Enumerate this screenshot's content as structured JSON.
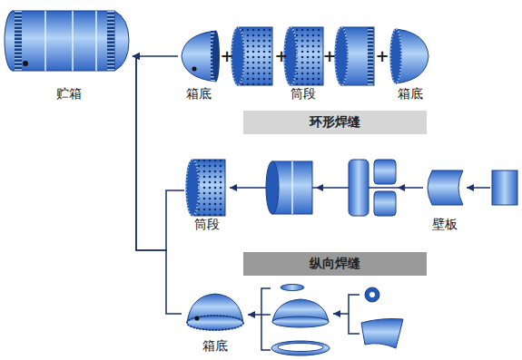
{
  "diagram": {
    "nodes": [
      {
        "text": [
          "贮箱"
        ]
      },
      {
        "text": [
          "箱底"
        ]
      },
      {
        "text": [
          "筒段"
        ]
      },
      {
        "text": [
          "箱底"
        ]
      },
      {
        "text": [
          "环形焊缝"
        ]
      },
      {
        "text": [
          "筒段"
        ]
      },
      {
        "text": [
          "壁板"
        ]
      },
      {
        "text": [
          "纵向焊缝"
        ]
      },
      {
        "text": [
          "箱底"
        ]
      }
    ],
    "edges": [
      {
        "from": 1,
        "to": 0,
        "arrow": "to"
      },
      {
        "from": 6,
        "to": 5,
        "arrow": "to"
      },
      {
        "from": 5,
        "to": 0,
        "arrow": "to"
      },
      {
        "from": 8,
        "to": 0,
        "arrow": "to"
      }
    ],
    "labels": [
      "+",
      "+",
      "+",
      "+"
    ]
  }
}
